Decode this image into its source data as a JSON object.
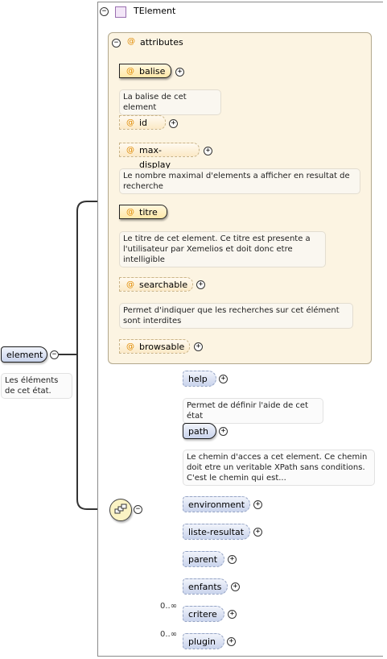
{
  "type": {
    "name": "TElement"
  },
  "attributes": {
    "title": "attributes",
    "symbol": "@",
    "items": [
      {
        "name": "balise",
        "doc": "La balise de cet element"
      },
      {
        "name": "id"
      },
      {
        "name": "max-display",
        "doc": "Le nombre maximal d'elements a afficher en resultat de recherche"
      },
      {
        "name": "titre",
        "doc": "Le titre de cet element. Ce titre est presente a l'utilisateur par Xemelios et doit donc etre intelligible"
      },
      {
        "name": "searchable",
        "doc": "Permet d'indiquer que les recherches sur cet élément sont interdites"
      },
      {
        "name": "browsable"
      }
    ]
  },
  "root": {
    "name": "element",
    "doc": "Les éléments de cet état."
  },
  "children": [
    {
      "name": "help",
      "doc": "Permet de définir l'aide de cet état"
    },
    {
      "name": "path",
      "doc": "Le chemin d'acces a cet element. Ce chemin doit etre un veritable XPath sans conditions. C'est le chemin qui est..."
    },
    {
      "name": "environment"
    },
    {
      "name": "liste-resultat"
    },
    {
      "name": "parent"
    },
    {
      "name": "enfants"
    },
    {
      "name": "critere",
      "occurs": "0..∞"
    },
    {
      "name": "plugin",
      "occurs": "0..∞"
    }
  ],
  "icons": {
    "collapse": "−",
    "expand": "+",
    "type": "type-square-icon",
    "sequence": "sequence-compositor-icon"
  }
}
